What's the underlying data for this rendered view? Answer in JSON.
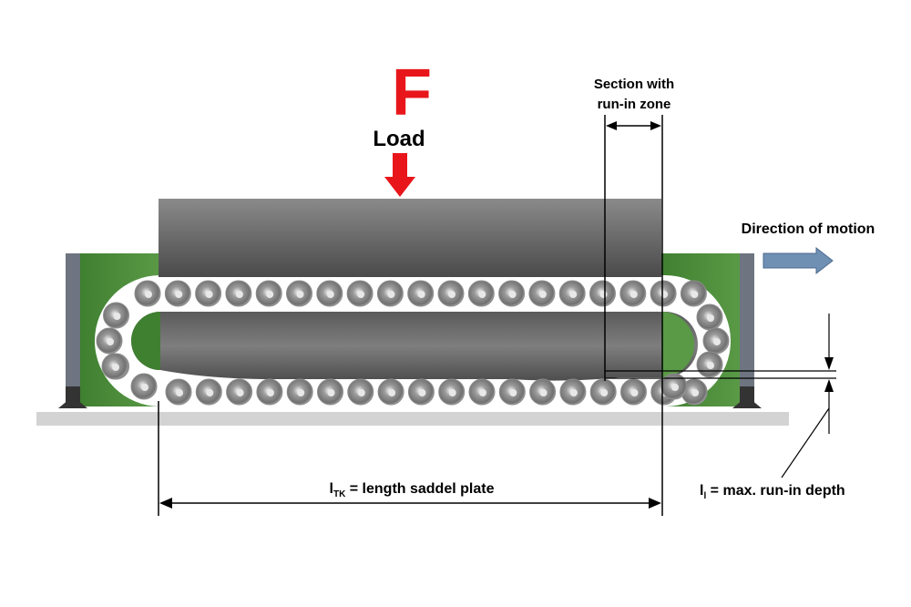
{
  "force_symbol": "F",
  "load_label": "Load",
  "section_label_line1": "Section with",
  "section_label_line2": "run-in zone",
  "direction_label": "Direction of motion",
  "length_label": {
    "symbol": "l",
    "subscript": "TK",
    "text": " = length saddel plate"
  },
  "runin_label": {
    "symbol": "l",
    "subscript": "l",
    "text": " = max. run-in depth"
  },
  "colors": {
    "force_red": "#e8161b",
    "saddle_plate": "#6b6b6b",
    "end_cap_green": "#4a8a3a",
    "end_plate_grey": "#6e7480",
    "rail": "#d0d0d0",
    "arrow_blue": "#6f8fb3"
  }
}
